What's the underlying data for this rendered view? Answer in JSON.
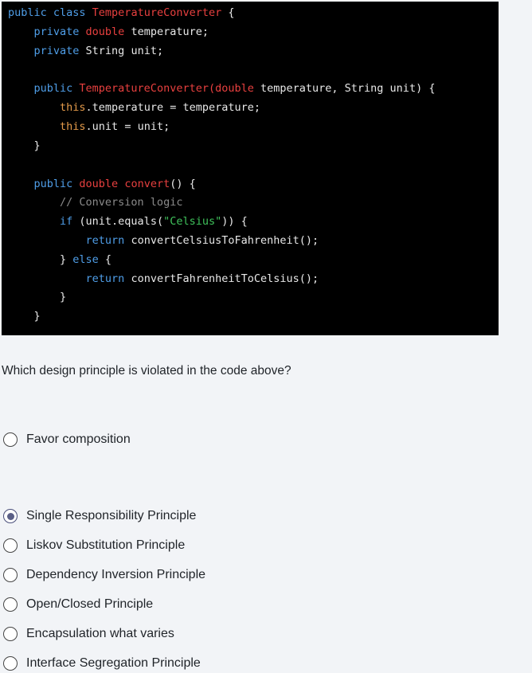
{
  "code": {
    "lines": [
      [
        {
          "t": "public class ",
          "c": "kw"
        },
        {
          "t": "TemperatureConverter",
          "c": "ty"
        },
        {
          "t": " {",
          "c": ""
        }
      ],
      [
        {
          "t": "    private ",
          "c": "kw"
        },
        {
          "t": "double",
          "c": "ty"
        },
        {
          "t": " temperature;",
          "c": ""
        }
      ],
      [
        {
          "t": "    private ",
          "c": "kw"
        },
        {
          "t": "String unit;",
          "c": ""
        }
      ],
      [],
      [
        {
          "t": "    public ",
          "c": "kw"
        },
        {
          "t": "TemperatureConverter(",
          "c": "ty"
        },
        {
          "t": "double",
          "c": "ty"
        },
        {
          "t": " temperature, String unit) {",
          "c": ""
        }
      ],
      [
        {
          "t": "        this",
          "c": "th"
        },
        {
          "t": ".temperature = temperature;",
          "c": ""
        }
      ],
      [
        {
          "t": "        this",
          "c": "th"
        },
        {
          "t": ".unit = unit;",
          "c": ""
        }
      ],
      [
        {
          "t": "    }",
          "c": ""
        }
      ],
      [],
      [
        {
          "t": "    public ",
          "c": "kw"
        },
        {
          "t": "double",
          "c": "ty"
        },
        {
          "t": " ",
          "c": ""
        },
        {
          "t": "convert",
          "c": "ty"
        },
        {
          "t": "() {",
          "c": ""
        }
      ],
      [
        {
          "t": "        // Conversion logic",
          "c": "cm"
        }
      ],
      [
        {
          "t": "        if",
          "c": "kw"
        },
        {
          "t": " (unit.equals(",
          "c": ""
        },
        {
          "t": "\"Celsius\"",
          "c": "st"
        },
        {
          "t": ")) {",
          "c": ""
        }
      ],
      [
        {
          "t": "            return",
          "c": "kw"
        },
        {
          "t": " convertCelsiusToFahrenheit();",
          "c": ""
        }
      ],
      [
        {
          "t": "        } ",
          "c": ""
        },
        {
          "t": "else",
          "c": "kw"
        },
        {
          "t": " {",
          "c": ""
        }
      ],
      [
        {
          "t": "            return",
          "c": "kw"
        },
        {
          "t": " convertFahrenheitToCelsius();",
          "c": ""
        }
      ],
      [
        {
          "t": "        }",
          "c": ""
        }
      ],
      [
        {
          "t": "    }",
          "c": ""
        }
      ]
    ]
  },
  "question": {
    "text": "Which design principle is violated in the code above?"
  },
  "options": [
    {
      "label": "Favor composition",
      "checked": false
    },
    {
      "label": "Single Responsibility Principle",
      "checked": true
    },
    {
      "label": "Liskov Substitution Principle",
      "checked": false
    },
    {
      "label": "Dependency Inversion Principle",
      "checked": false
    },
    {
      "label": "Open/Closed Principle",
      "checked": false
    },
    {
      "label": "Encapsulation what varies",
      "checked": false
    },
    {
      "label": "Interface Segregation Principle",
      "checked": false
    }
  ]
}
